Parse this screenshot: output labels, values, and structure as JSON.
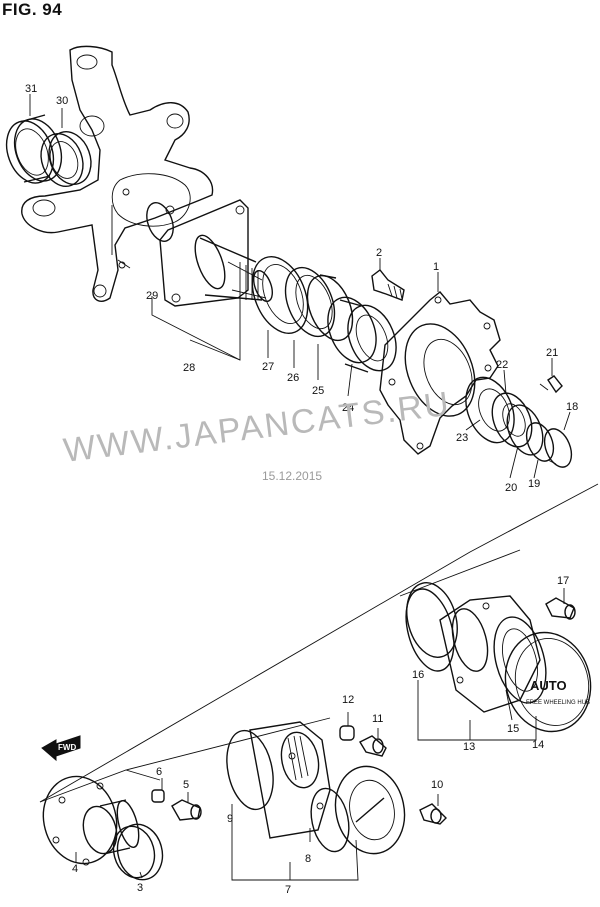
{
  "figure": {
    "title": "FIG. 94"
  },
  "watermark": {
    "site": "WWW.JAPANCATS.RU",
    "date": "15.12.2015"
  },
  "direction": {
    "label": "FWD"
  },
  "hub_cap": {
    "logo": "AUTO",
    "text": "FREE WHEELING HUB"
  },
  "callouts": {
    "c1": "1",
    "c2": "2",
    "c3": "3",
    "c4": "4",
    "c5": "5",
    "c6": "6",
    "c7": "7",
    "c8": "8",
    "c9": "9",
    "c10": "10",
    "c11": "11",
    "c12": "12",
    "c13": "13",
    "c14": "14",
    "c15": "15",
    "c16": "16",
    "c17": "17",
    "c18": "18",
    "c19": "19",
    "c20": "20",
    "c21": "21",
    "c22": "22",
    "c23": "23",
    "c24": "24",
    "c25": "25",
    "c26": "26",
    "c27": "27",
    "c28": "28",
    "c29": "29",
    "c30": "30",
    "c31": "31"
  }
}
